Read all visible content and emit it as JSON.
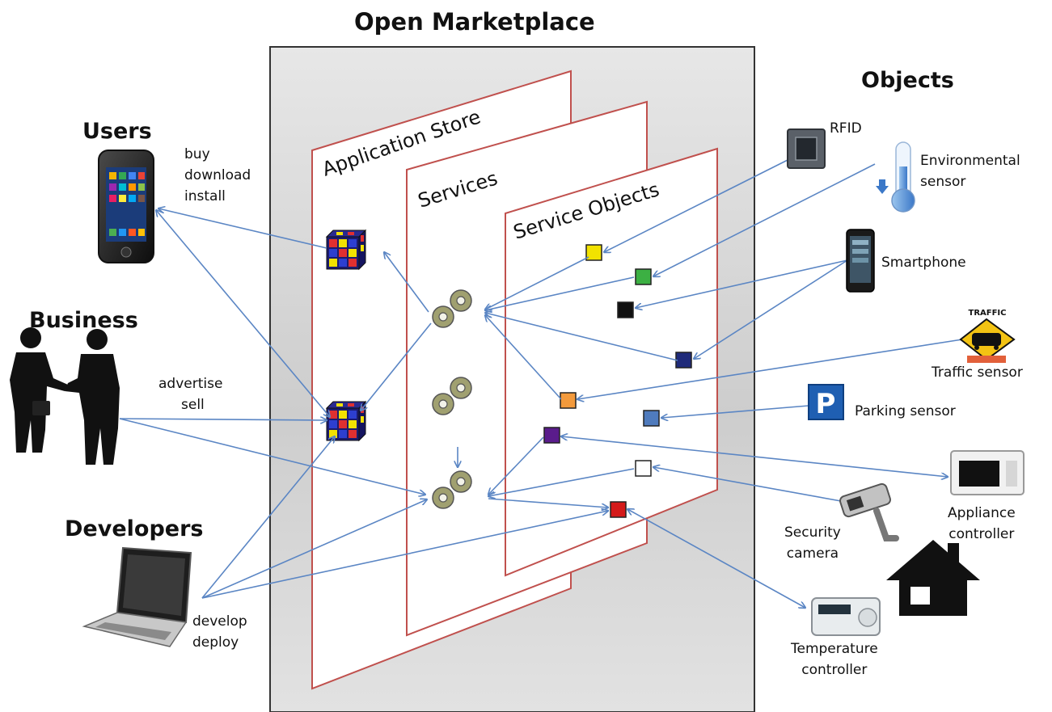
{
  "title": "Open Marketplace",
  "layers": {
    "app_store": "Application Store",
    "services": "Services",
    "service_objects": "Service Objects"
  },
  "left": {
    "users": "Users",
    "users_actions": [
      "buy",
      "download",
      "install"
    ],
    "business": "Business",
    "business_actions": [
      "advertise",
      "sell"
    ],
    "developers": "Developers",
    "developers_actions": [
      "develop",
      "deploy"
    ]
  },
  "right": {
    "title": "Objects",
    "rfid": "RFID",
    "environmental": [
      "Environmental",
      "sensor"
    ],
    "smartphone": "Smartphone",
    "traffic_sign_text": "TRAFFIC",
    "traffic": "Traffic sensor",
    "parking_sign": "P",
    "parking": "Parking sensor",
    "appliance": [
      "Appliance",
      "controller"
    ],
    "security": [
      "Security",
      "camera"
    ],
    "temperature": [
      "Temperature",
      "controller"
    ]
  },
  "colors": {
    "arrow": "#5b86c4",
    "layer_border": "#c0504d",
    "obj_yellow": "#f2e200",
    "obj_green": "#3cb043",
    "obj_black": "#111111",
    "obj_navy": "#1f2a7a",
    "obj_orange": "#f39a3c",
    "obj_blue": "#4f7bbd",
    "obj_purple": "#5a1c8c",
    "obj_white": "#ffffff",
    "obj_red": "#d41a1a"
  }
}
